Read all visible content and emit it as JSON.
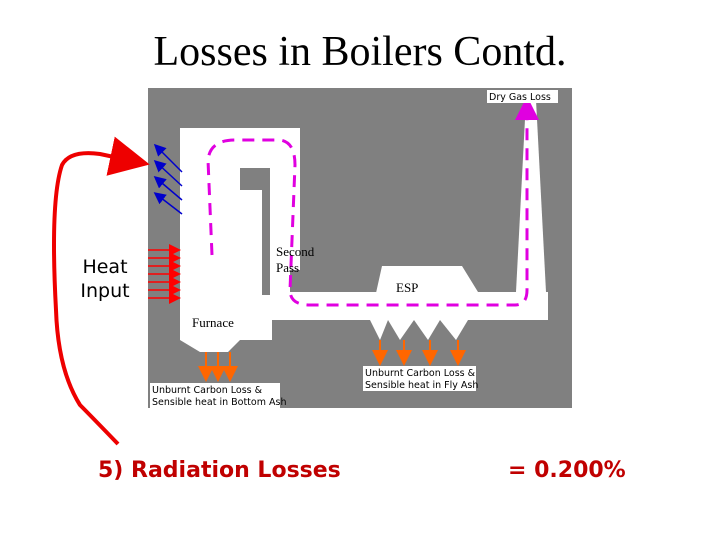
{
  "slide": {
    "title": "Losses in Boilers Contd.",
    "heat_input_line1": "Heat",
    "heat_input_line2": "Input",
    "loss_label": "5) Radiation Losses",
    "loss_value": "= 0.200%"
  },
  "diagram": {
    "dry_gas_loss": "Dry Gas Loss",
    "second_pass_line1": "Second",
    "second_pass_line2": "Pass",
    "esp": "ESP",
    "furnace": "Furnace",
    "bottom_ash_line1": "Unburnt Carbon Loss &",
    "bottom_ash_line2": "Sensible heat in Bottom Ash",
    "fly_ash_line1": "Unburnt Carbon Loss &",
    "fly_ash_line2": "Sensible heat in Fly Ash"
  },
  "colors": {
    "background_panel": "#808080",
    "boiler_body": "#ffffff",
    "gas_path": "#e000e0",
    "heat_arrows": "#ff0000",
    "radiation_arrows": "#0000cc",
    "ash_arrows": "#ff6600",
    "curved_arrow": "#ee0000",
    "caption_text": "#c00000"
  }
}
